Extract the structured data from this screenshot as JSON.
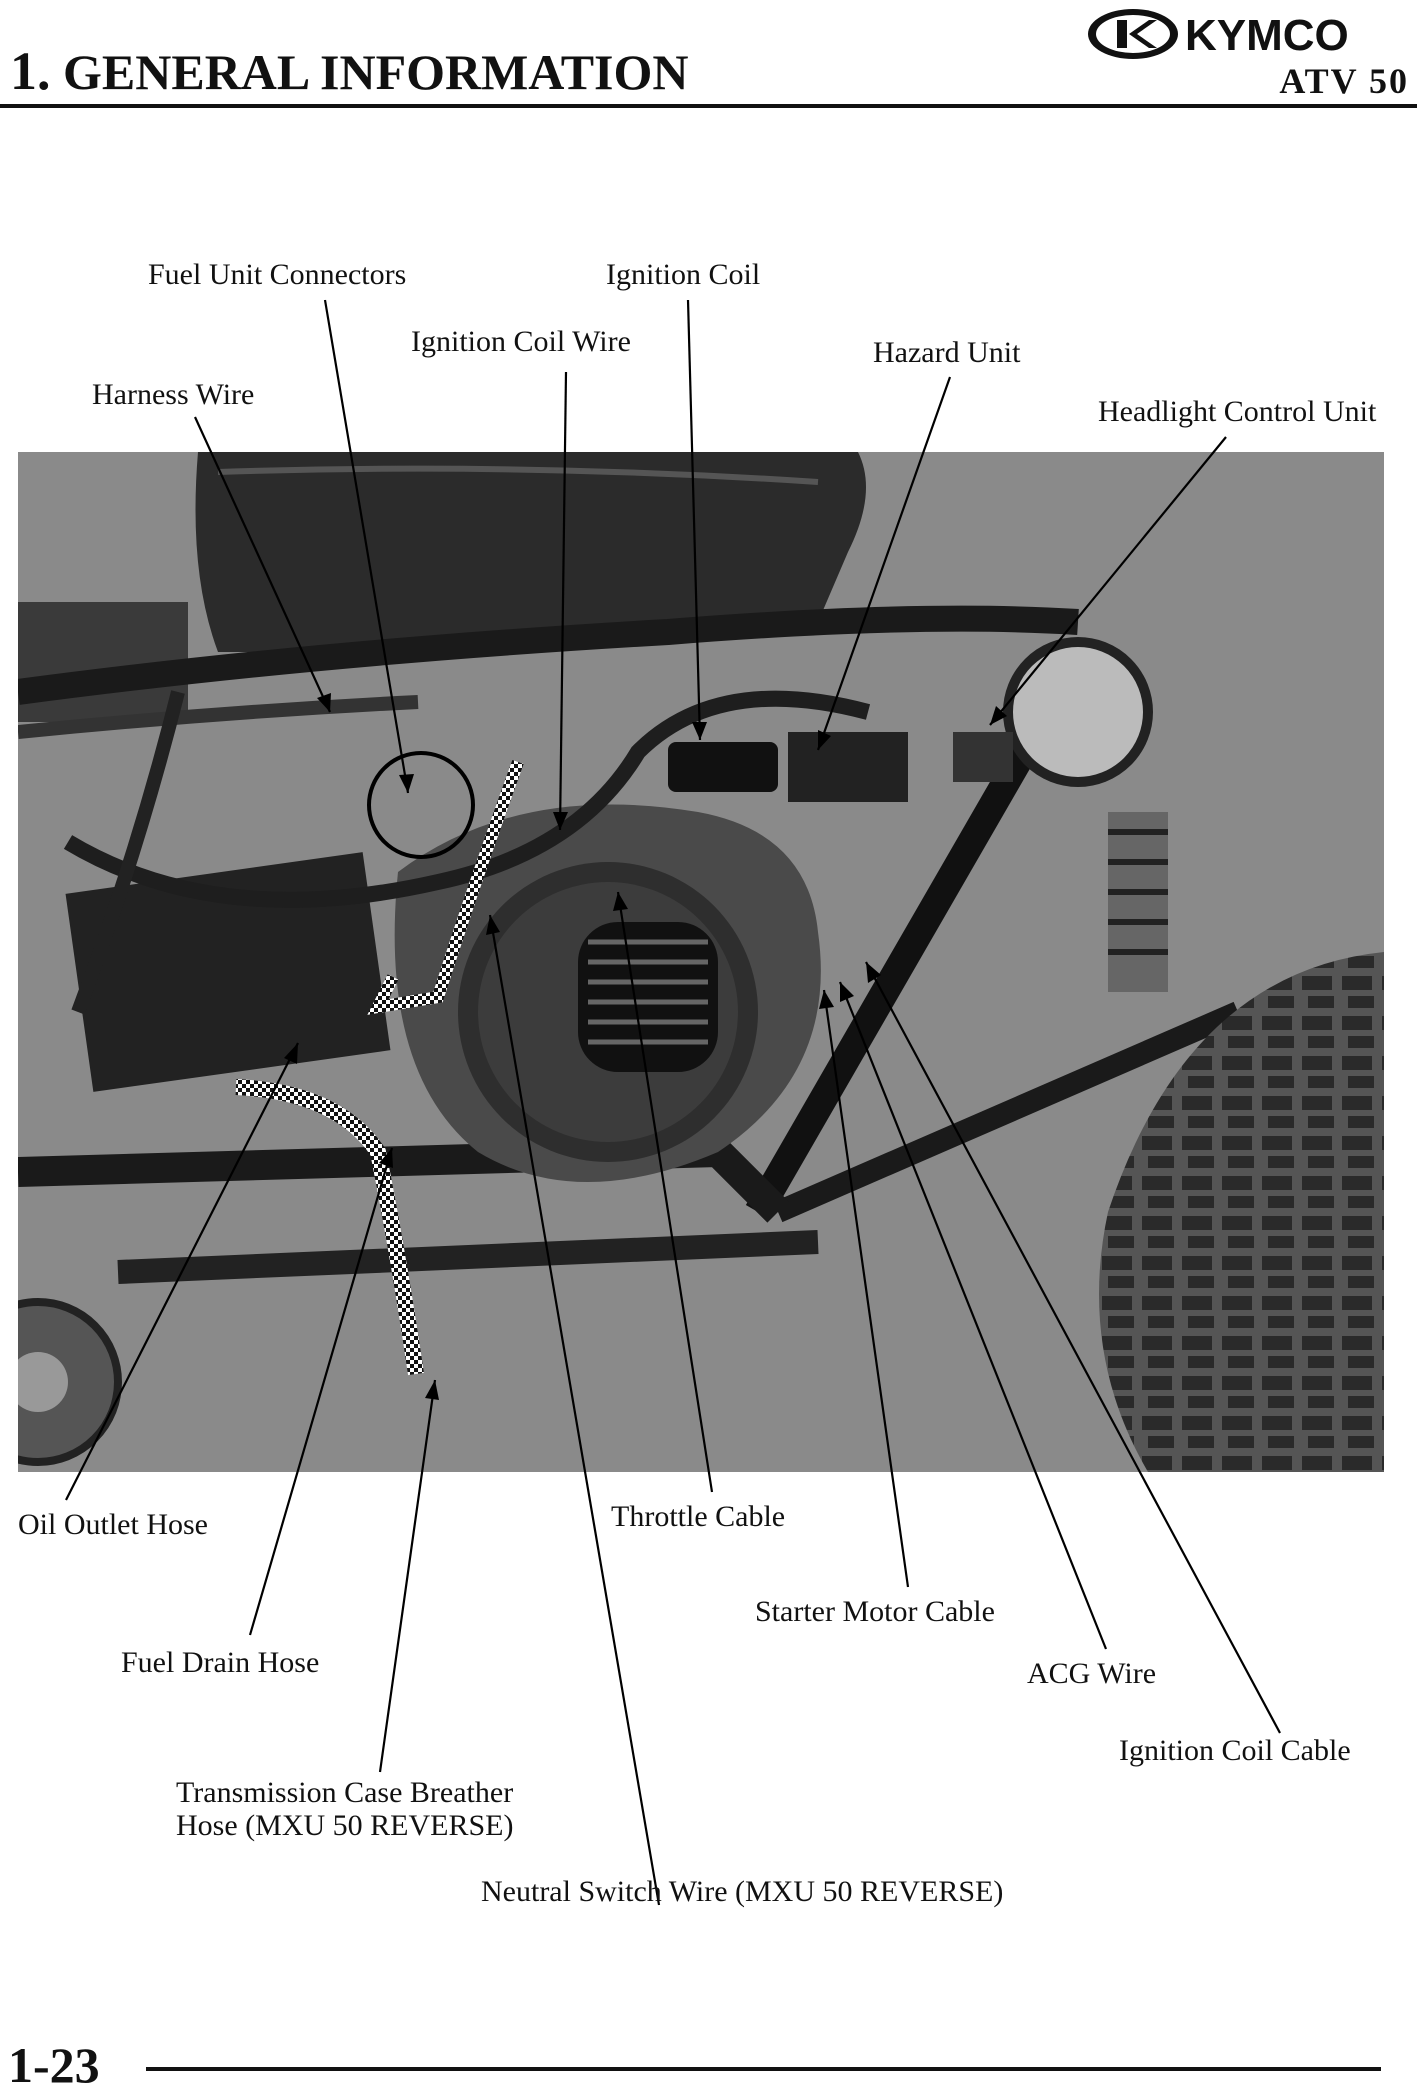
{
  "header": {
    "chapter_number": "1.",
    "chapter_title": "GENERAL INFORMATION",
    "brand": "KYMCO",
    "model": "ATV 50"
  },
  "labels": {
    "fuel_unit_connectors": "Fuel Unit Connectors",
    "ignition_coil": "Ignition Coil",
    "ignition_coil_wire": "Ignition Coil Wire",
    "hazard_unit": "Hazard Unit",
    "harness_wire": "Harness Wire",
    "headlight_control_unit": "Headlight Control Unit",
    "oil_outlet_hose": "Oil Outlet Hose",
    "throttle_cable": "Throttle Cable",
    "starter_motor_cable": "Starter Motor Cable",
    "fuel_drain_hose": "Fuel Drain Hose",
    "acg_wire": "ACG Wire",
    "ignition_coil_cable": "Ignition Coil Cable",
    "transmission_case_breather_hose_line1": "Transmission Case Breather",
    "transmission_case_breather_hose_line2": "Hose (MXU 50 REVERSE)",
    "neutral_switch_wire": "Neutral Switch Wire (MXU 50 REVERSE)"
  },
  "footer": {
    "page_number": "1-23"
  }
}
